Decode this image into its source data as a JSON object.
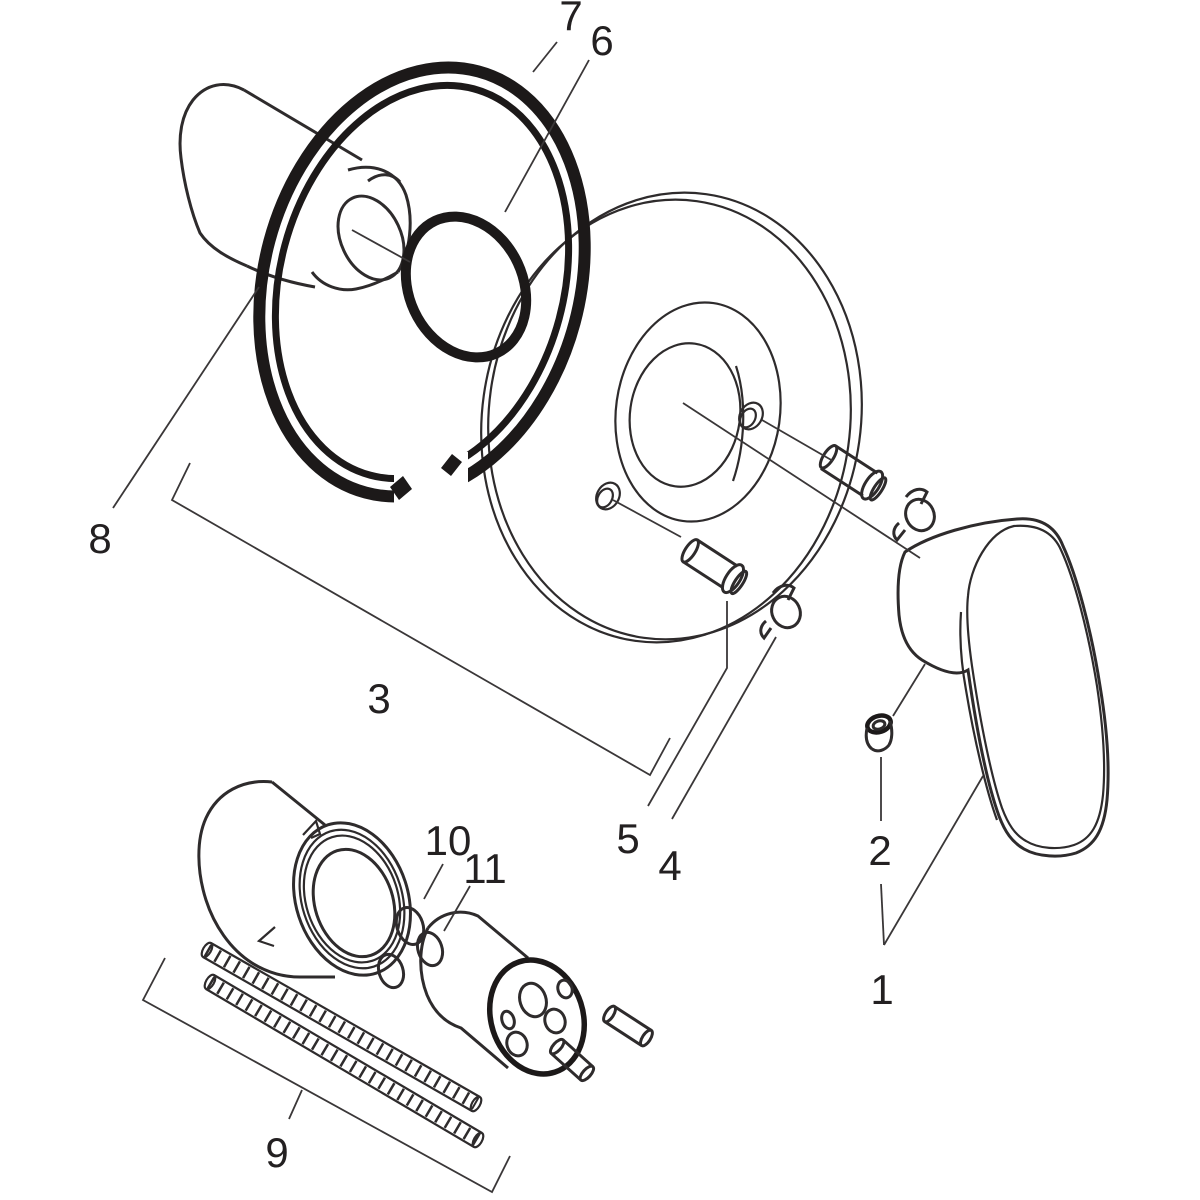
{
  "diagram": {
    "background": "#ffffff",
    "line_color": "#2e2b2c",
    "heavy_line_color": "#1c1919",
    "callouts": [
      {
        "label": "1"
      },
      {
        "label": "2"
      },
      {
        "label": "3"
      },
      {
        "label": "4"
      },
      {
        "label": "5"
      },
      {
        "label": "6"
      },
      {
        "label": "7"
      },
      {
        "label": "8"
      },
      {
        "label": "9"
      },
      {
        "label": "10"
      },
      {
        "label": "11"
      }
    ]
  }
}
